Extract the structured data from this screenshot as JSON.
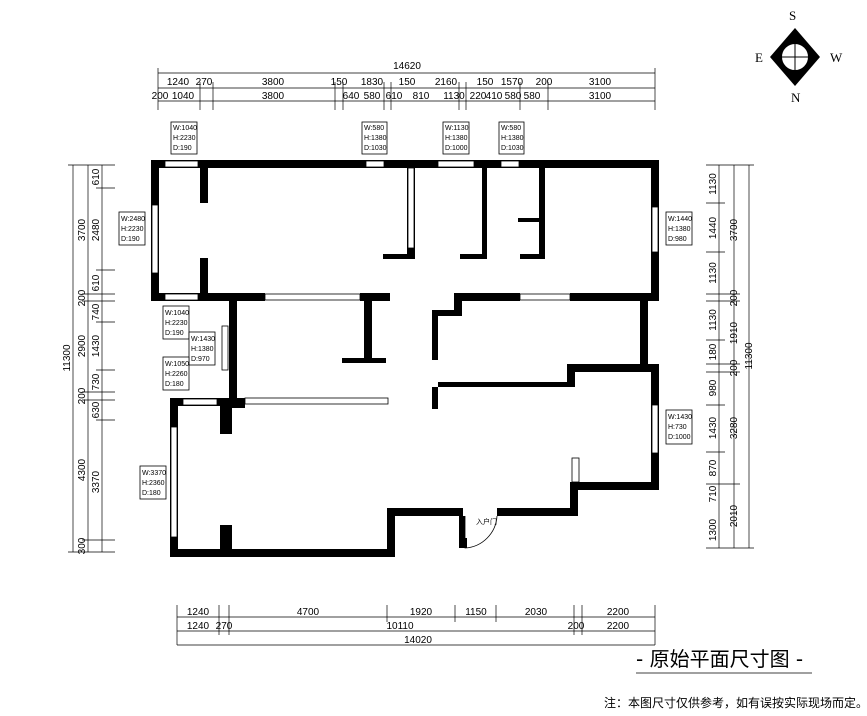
{
  "compass": {
    "top": "S",
    "left": "E",
    "right": "W",
    "bottom": "N"
  },
  "top_dims": {
    "total": "14620",
    "row1": [
      "1240",
      "270",
      "3800",
      "150",
      "1830",
      "150",
      "2160",
      "150",
      "1570",
      "200",
      "3100"
    ],
    "row2": [
      "200",
      "1040",
      "3800",
      "640",
      "580",
      "610",
      "810",
      "1130",
      "220",
      "410",
      "580",
      "580",
      "3100"
    ]
  },
  "bottom_dims": {
    "row1": [
      "1240",
      "4700",
      "1920",
      "1150",
      "2030",
      "2200"
    ],
    "row2": [
      "1240",
      "270",
      "10110",
      "200",
      "2200"
    ],
    "total": "14020"
  },
  "left_dims": {
    "total": "11300",
    "outer": [
      "3700",
      "200",
      "2900",
      "200",
      "4300",
      "300"
    ],
    "inner": [
      "610",
      "2480",
      "610",
      "740",
      "1430",
      "730",
      "630",
      "3370"
    ]
  },
  "right_dims": {
    "total": "11300",
    "outer": [
      "3700",
      "200",
      "1910",
      "200",
      "3280",
      "2010"
    ],
    "inner": [
      "1130",
      "1440",
      "1130",
      "1130",
      "180",
      "980",
      "1430",
      "870",
      "710",
      "1300"
    ]
  },
  "windows": [
    {
      "w": "W:1040",
      "h": "H:2230",
      "d": "D:190"
    },
    {
      "w": "W:580",
      "h": "H:1380",
      "d": "D:1030"
    },
    {
      "w": "W:1130",
      "h": "H:1380",
      "d": "D:1000"
    },
    {
      "w": "W:580",
      "h": "H:1380",
      "d": "D:1030"
    },
    {
      "w": "W:2480",
      "h": "H:2230",
      "d": "D:190"
    },
    {
      "w": "W:1440",
      "h": "H:1380",
      "d": "D:980"
    },
    {
      "w": "W:1040",
      "h": "H:2230",
      "d": "D:190"
    },
    {
      "w": "W:1430",
      "h": "H:1380",
      "d": "D:970"
    },
    {
      "w": "W:1050",
      "h": "H:2260",
      "d": "D:180"
    },
    {
      "w": "W:1430",
      "h": "H:730",
      "d": "D:1000"
    },
    {
      "w": "W:3370",
      "h": "H:2360",
      "d": "D:180"
    }
  ],
  "entrance_label": "入户门",
  "title": "- 原始平面尺寸图 -",
  "note": "注：本图尺寸仅供参考，如有误按实际现场而定。"
}
